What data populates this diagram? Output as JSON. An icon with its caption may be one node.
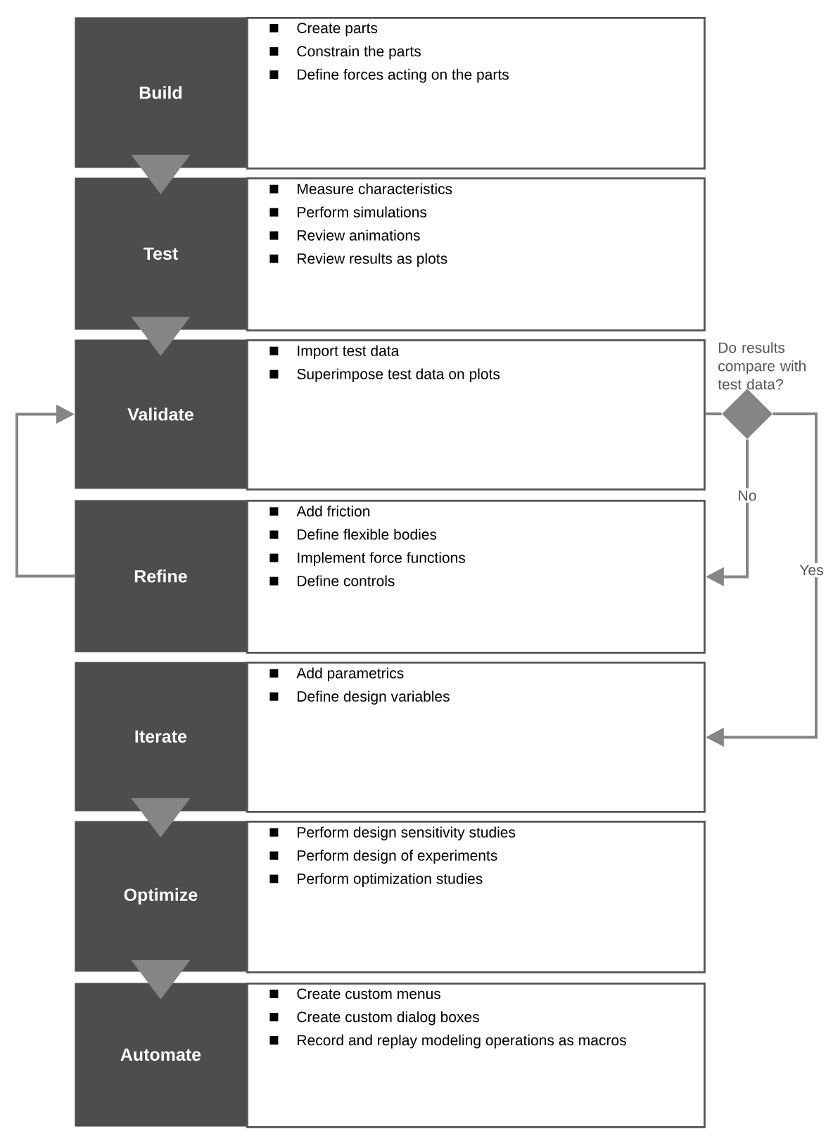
{
  "diagram": {
    "nodes": [
      {
        "text": [
          "Build"
        ]
      },
      {
        "text": [
          "Create parts",
          "Constrain the parts",
          "Define forces acting on the parts"
        ]
      },
      {
        "text": [
          "Test"
        ]
      },
      {
        "text": [
          "Measure characteristics",
          "Perform simulations",
          "Review animations",
          "Review results as plots"
        ]
      },
      {
        "text": [
          "Validate"
        ]
      },
      {
        "text": [
          "Import test data",
          "Superimpose test data on plots"
        ]
      },
      {
        "text": [
          "Refine"
        ]
      },
      {
        "text": [
          "Add friction",
          "Define flexible bodies",
          "Implement force functions",
          "Define controls"
        ]
      },
      {
        "text": [
          "Iterate"
        ]
      },
      {
        "text": [
          "Add parametrics",
          "Define design variables"
        ]
      },
      {
        "text": [
          "Optimize"
        ]
      },
      {
        "text": [
          "Perform design sensitivity studies",
          "Perform design of experiments",
          "Perform optimization studies"
        ]
      },
      {
        "text": [
          "Automate"
        ]
      },
      {
        "text": [
          "Create custom menus",
          "Create custom dialog boxes",
          "Record and replay modeling operations as macros"
        ]
      },
      {
        "text": [
          "Do results compare with test data?"
        ]
      }
    ],
    "edges": [
      {
        "from": 0,
        "to": 2,
        "arrow": "to"
      },
      {
        "from": 2,
        "to": 4,
        "arrow": "to"
      },
      {
        "from": 8,
        "to": 10,
        "arrow": "to"
      },
      {
        "from": 10,
        "to": 12,
        "arrow": "to"
      },
      {
        "from": 5,
        "to": 14,
        "arrow": "none"
      },
      {
        "from": 14,
        "to": 7,
        "arrow": "to",
        "label": "No"
      },
      {
        "from": 14,
        "to": 9,
        "arrow": "to",
        "label": "Yes"
      },
      {
        "from": 6,
        "to": 4,
        "arrow": "to"
      }
    ]
  }
}
